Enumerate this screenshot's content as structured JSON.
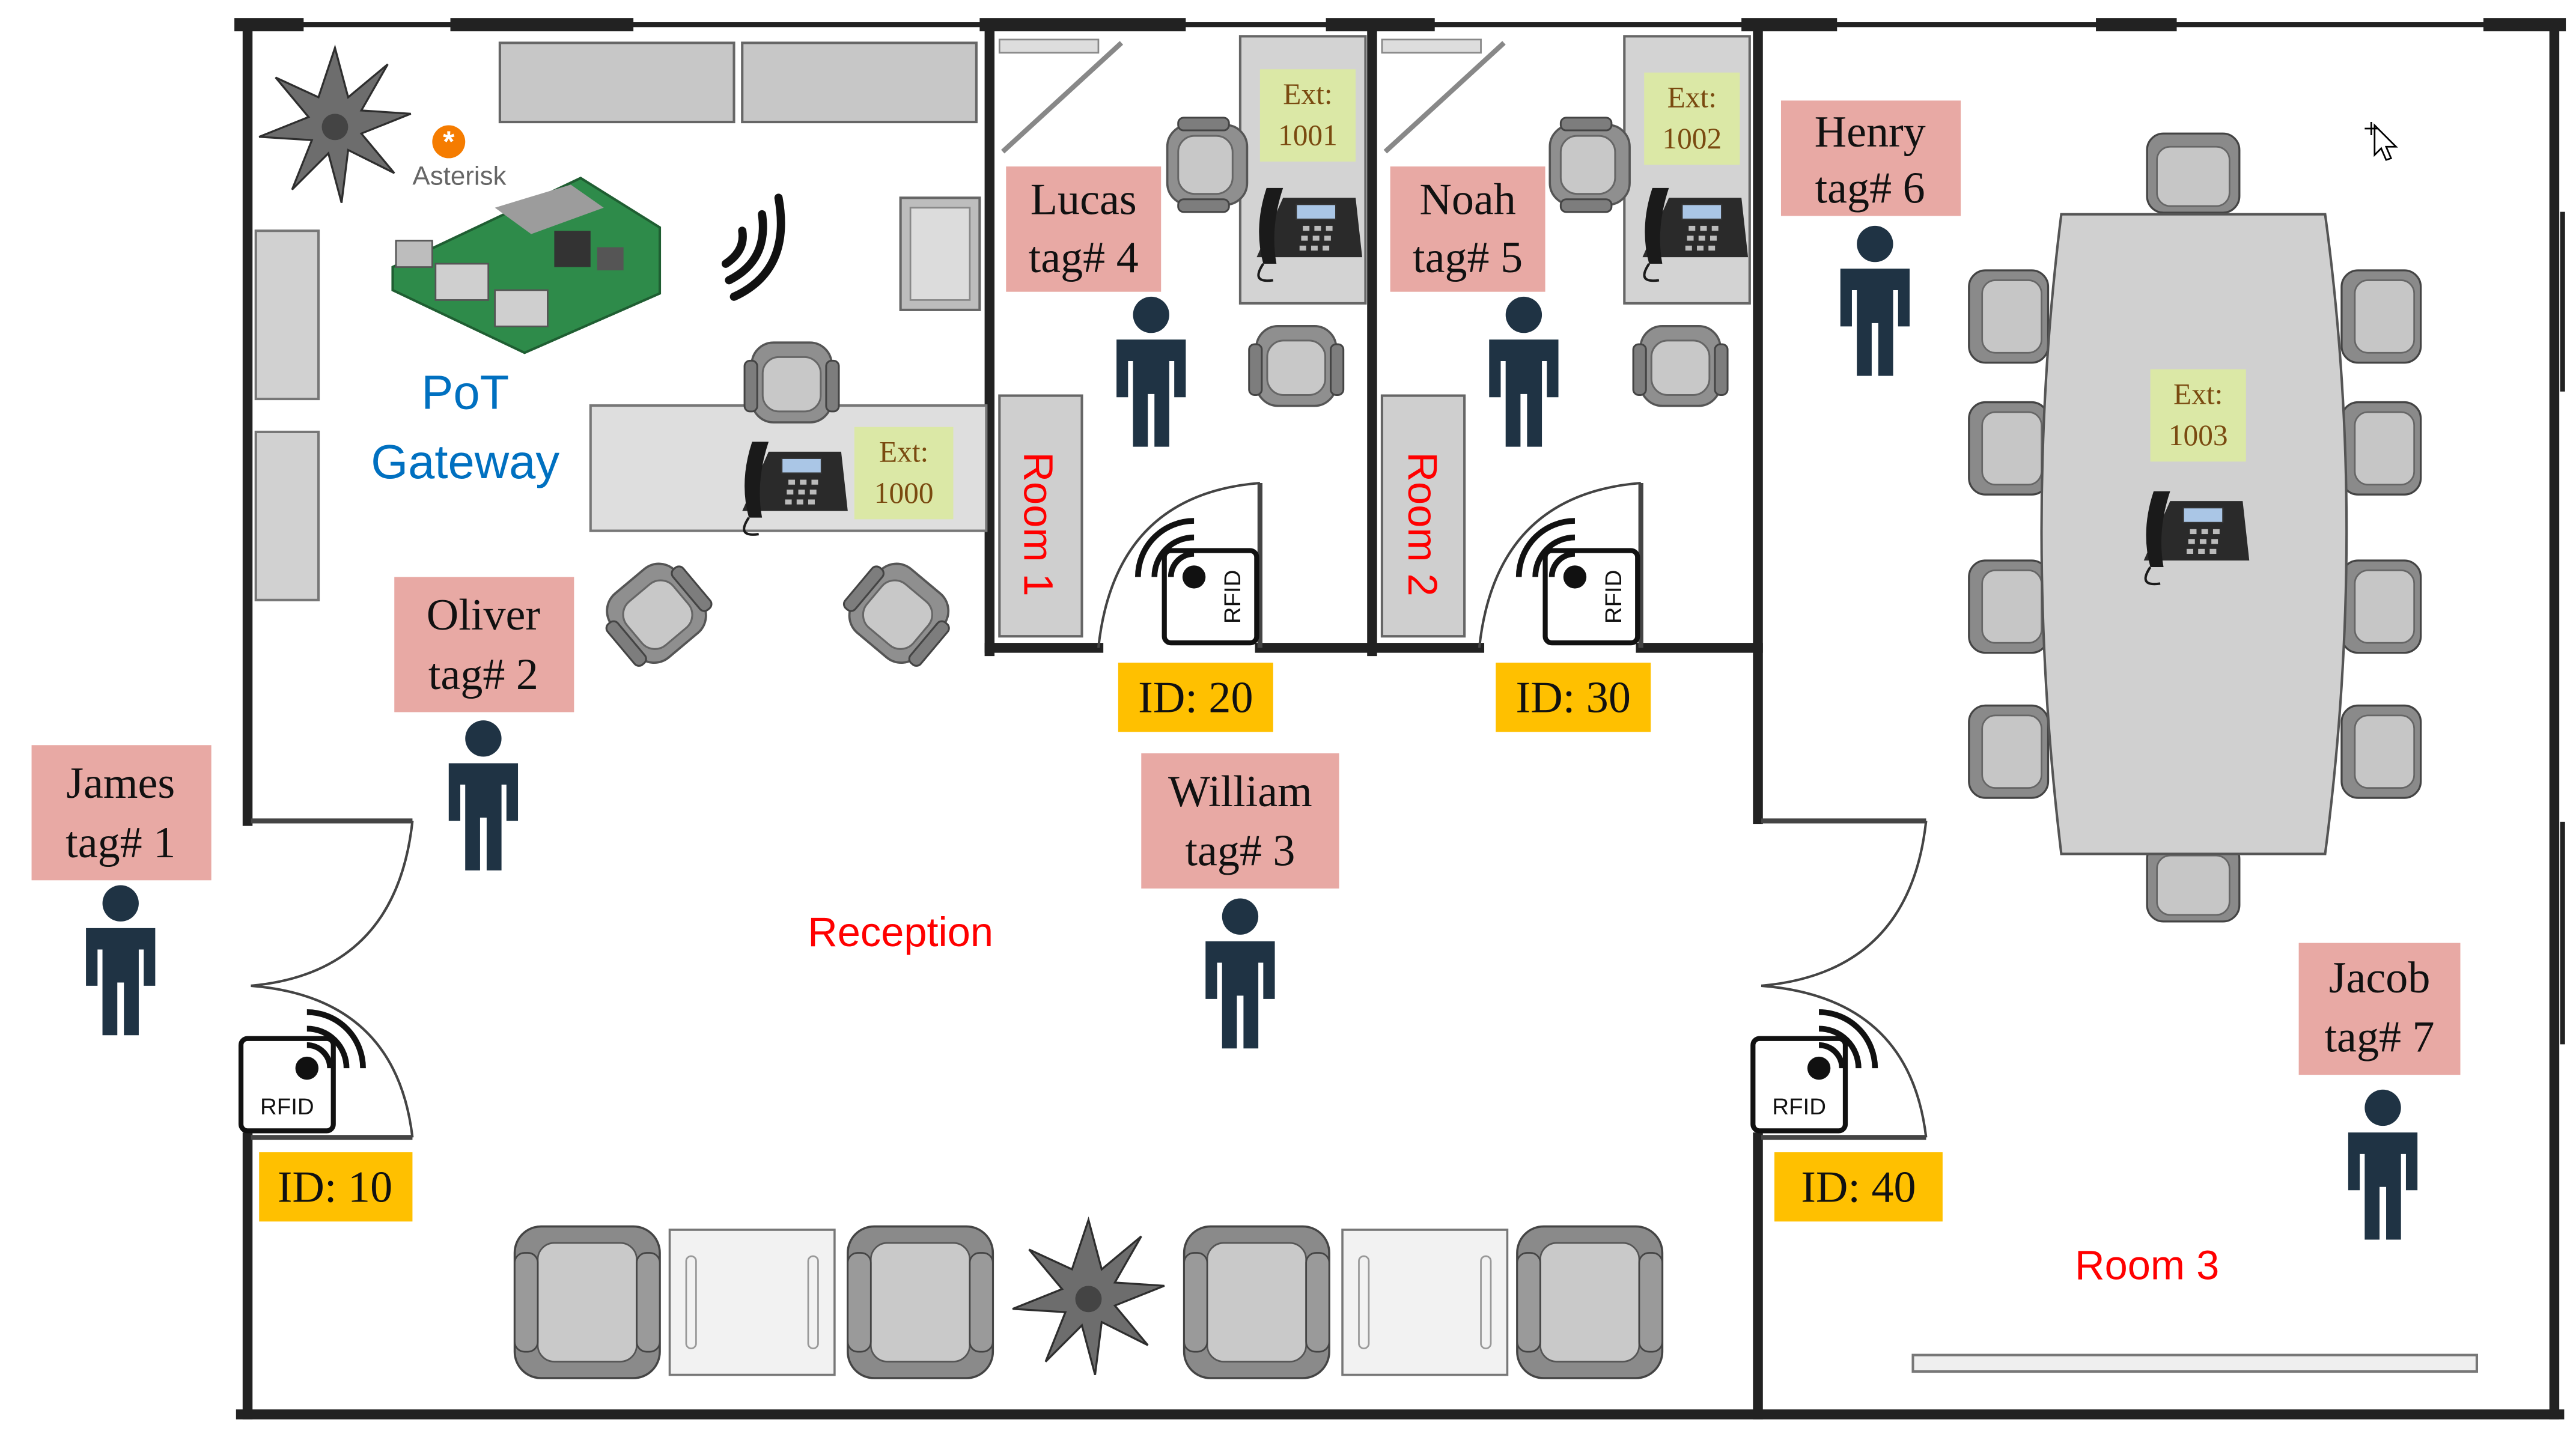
{
  "people": [
    {
      "name": "James",
      "tag": "tag# 1"
    },
    {
      "name": "Oliver",
      "tag": "tag# 2"
    },
    {
      "name": "William",
      "tag": "tag# 3"
    },
    {
      "name": "Lucas",
      "tag": "tag# 4"
    },
    {
      "name": "Noah",
      "tag": "tag# 5"
    },
    {
      "name": "Henry",
      "tag": "tag# 6"
    },
    {
      "name": "Jacob",
      "tag": "tag# 7"
    }
  ],
  "readers": [
    {
      "id": "ID: 10",
      "label": "RFID"
    },
    {
      "id": "ID: 20",
      "label": "RFID"
    },
    {
      "id": "ID: 30",
      "label": "RFID"
    },
    {
      "id": "ID: 40",
      "label": "RFID"
    }
  ],
  "extensions": [
    {
      "ext_label": "Ext:",
      "ext_number": "1000"
    },
    {
      "ext_label": "Ext:",
      "ext_number": "1001"
    },
    {
      "ext_label": "Ext:",
      "ext_number": "1002"
    },
    {
      "ext_label": "Ext:",
      "ext_number": "1003"
    }
  ],
  "rooms": {
    "reception": "Reception",
    "room1": "Room 1",
    "room2": "Room 2",
    "room3": "Room 3"
  },
  "gateway": {
    "line1": "PoT",
    "line2": "Gateway",
    "logo_text": "Asterisk"
  },
  "colors": {
    "name_tag_bg": "#e8a9a4",
    "reader_id_bg": "#ffc000",
    "extension_bg": "#dbe8a6",
    "room_label": "#ff0000",
    "gateway_label": "#0070c0",
    "person": "#1f3344",
    "wall": "#222222",
    "furniture": "#999999"
  }
}
